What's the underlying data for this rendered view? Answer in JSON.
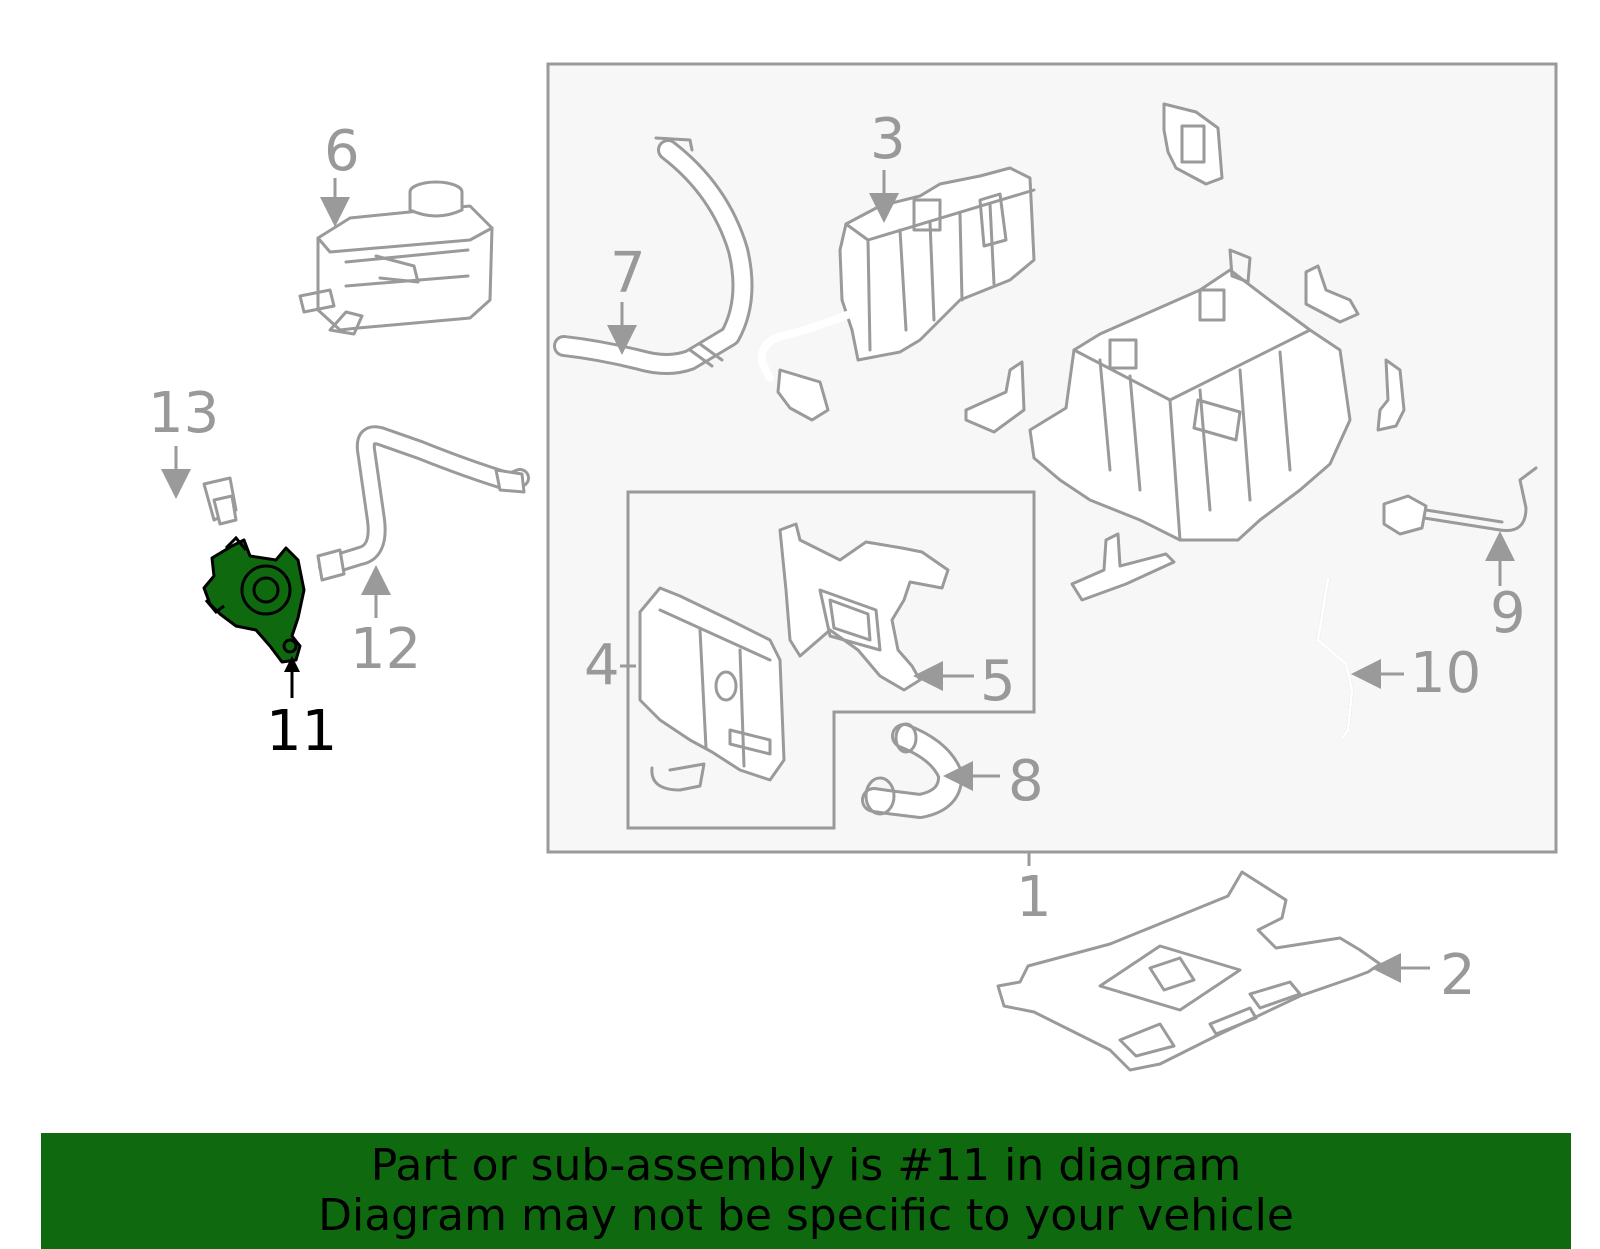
{
  "diagram": {
    "callouts": {
      "c1": "1",
      "c2": "2",
      "c3": "3",
      "c4": "4",
      "c5": "5",
      "c6": "6",
      "c7": "7",
      "c8": "8",
      "c9": "9",
      "c10": "10",
      "c11": "11",
      "c12": "12",
      "c13": "13"
    },
    "highlighted_part": "11",
    "colors": {
      "highlight": "#0f6a0f",
      "line": "#9a9a9a",
      "box_fill": "#f7f7f7"
    }
  },
  "banner": {
    "line1": "Part or sub-assembly is #11 in diagram",
    "line2": "Diagram may not be specific to your vehicle",
    "color": "#0f6a0f"
  }
}
